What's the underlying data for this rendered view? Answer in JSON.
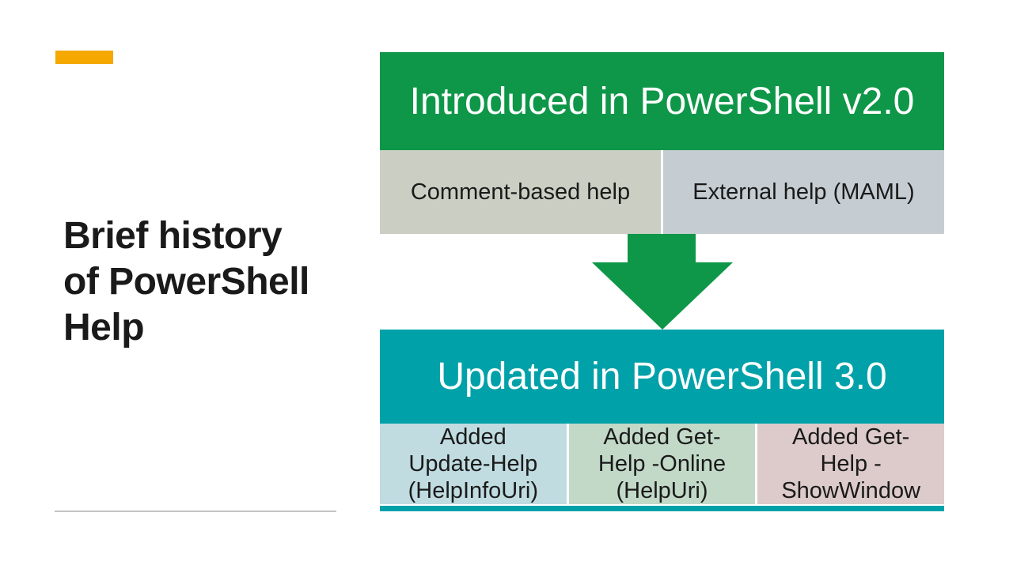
{
  "slide": {
    "title": {
      "full": "Brief history of PowerShell Help",
      "lines": [
        "Brief history",
        "of PowerShell",
        "Help"
      ]
    },
    "accent_bar_color": "#F5A800",
    "divider_color": "#C3C3C3"
  },
  "diagram": {
    "top_group": {
      "header": "Introduced in PowerShell v2.0",
      "header_bg": "#0E9748",
      "header_text_color": "#FFFFFF",
      "cells": [
        {
          "label": "Comment-based help",
          "bg": "#CBCEC2"
        },
        {
          "label": "External help (MAML)",
          "bg": "#C5CDD2"
        }
      ]
    },
    "arrow": {
      "direction": "down",
      "color": "#0E9748"
    },
    "bottom_group": {
      "header": "Updated in PowerShell 3.0",
      "header_bg": "#00A1A9",
      "header_text_color": "#FFFFFF",
      "cells": [
        {
          "label": "Added\nUpdate-Help\n(HelpInfoUri)",
          "bg": "#C0DCE0"
        },
        {
          "label": "Added Get-\nHelp -Online\n(HelpUri)",
          "bg": "#C2D9C8"
        },
        {
          "label": "Added Get-\nHelp -\nShowWindow",
          "bg": "#DCCBCA"
        }
      ],
      "base_bar_color": "#00A1A9"
    }
  }
}
